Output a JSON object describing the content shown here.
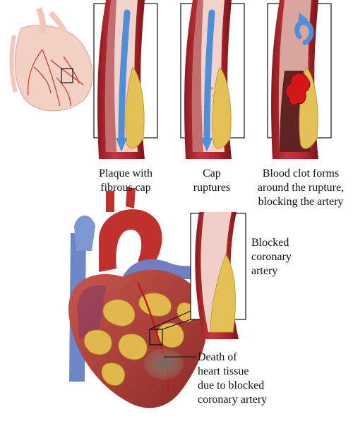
{
  "stages": [
    {
      "caption": [
        "Plaque with",
        "fibrous cap"
      ]
    },
    {
      "caption": [
        "Cap",
        "ruptures"
      ]
    },
    {
      "caption": [
        "Blood clot forms",
        "around the rupture,",
        "blocking the artery"
      ]
    }
  ],
  "callouts": {
    "blocked_artery": [
      "Blocked",
      "coronary",
      "artery"
    ],
    "death_tissue": [
      "Death of",
      "heart tissue",
      "due to blocked",
      "coronary artery"
    ]
  },
  "colors": {
    "artery_wall": "#b3262c",
    "artery_dark": "#7a1418",
    "lumen": "#f3d7d2",
    "plaque": "#e8c45a",
    "plaque_dark": "#c89a2a",
    "flow_arrow": "#4f8fd8",
    "clot": "#d01818",
    "heart_base": "#b8433b",
    "heart_fat": "#e1b84d",
    "vein_blue": "#6d86c6",
    "sketch_heart": "#f1cfc2"
  }
}
